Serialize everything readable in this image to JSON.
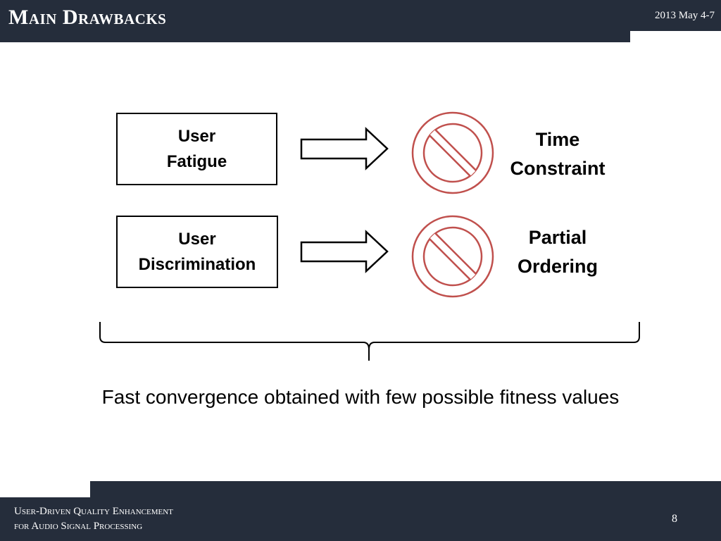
{
  "header": {
    "title": "Main Drawbacks",
    "date": "2013 May 4-7"
  },
  "rows": [
    {
      "cause_lines": [
        "User",
        "Fatigue"
      ],
      "effect_lines": [
        "Time",
        "Constraint"
      ]
    },
    {
      "cause_lines": [
        "User",
        "Discrimination"
      ],
      "effect_lines": [
        "Partial",
        "Ordering"
      ]
    }
  ],
  "summary": "Fast convergence obtained with few possible fitness values",
  "footer": {
    "line1": "User-Driven Quality Enhancement",
    "line2": "for Audio Signal Processing",
    "page_number": "8"
  },
  "colors": {
    "bar": "#252d3b",
    "prohibit_icon": "#c0504d"
  },
  "icons": [
    "right-arrow-icon",
    "prohibited-icon",
    "curly-brace-icon"
  ]
}
